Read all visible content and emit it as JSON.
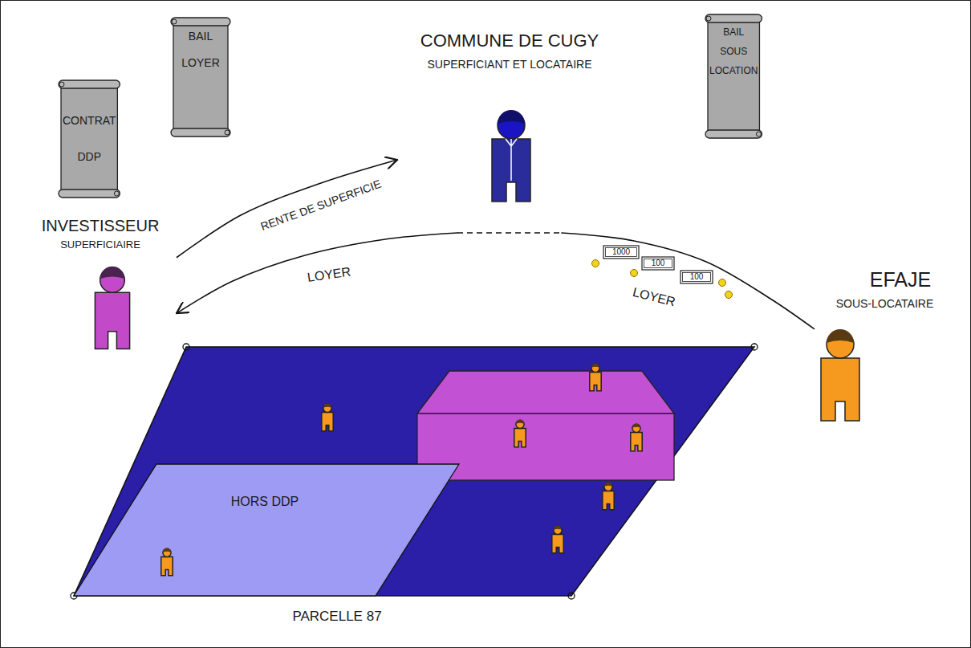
{
  "diagram": {
    "nodes": [
      {
        "text": [
          "CONTRAT DDP"
        ]
      },
      {
        "text": [
          "BAIL LOYER"
        ]
      },
      {
        "text": [
          "COMMUNE DE CUGY",
          "SUPERFICIANT ET LOCATAIRE"
        ]
      },
      {
        "text": [
          "BAIL SOUS LOCATION"
        ]
      },
      {
        "text": [
          "INVESTISSEUR",
          "SUPERFICIAIRE"
        ]
      },
      {
        "text": [
          "EFAJE",
          "SOUS-LOCATAIRE"
        ]
      },
      {
        "text": [
          "PARCELLE 87"
        ]
      },
      {
        "text": [
          "HORS DDP"
        ],
        "in": 6
      }
    ],
    "edges": [
      {
        "from": 4,
        "to": 2,
        "label": "RENTE DE SUPERFICIE",
        "arrow": "to"
      },
      {
        "from": 2,
        "to": 4,
        "label": "LOYER",
        "arrow": "to"
      },
      {
        "from": 5,
        "to": 2,
        "label": "LOYER",
        "arrow": "none"
      }
    ],
    "labels": [
      "1000",
      "100",
      "100"
    ]
  }
}
